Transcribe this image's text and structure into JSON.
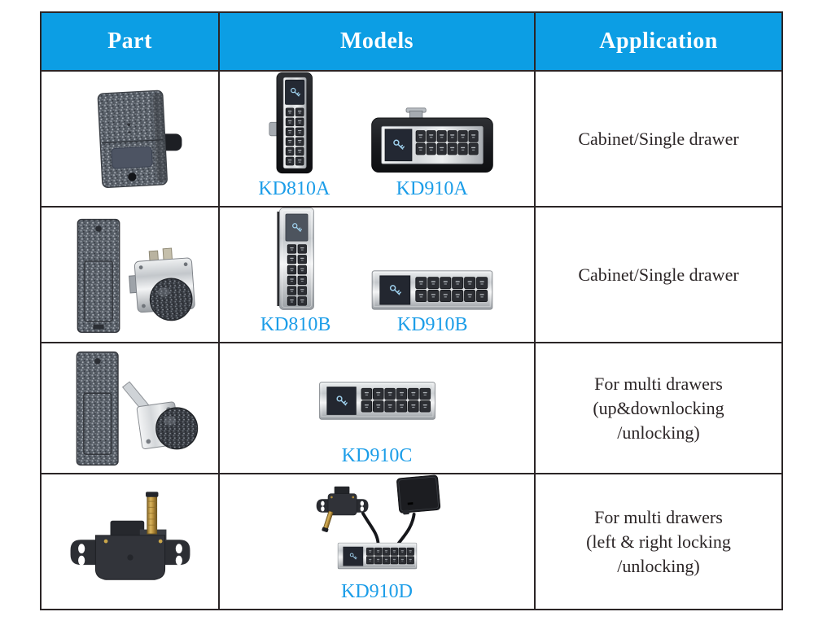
{
  "colors": {
    "page_bg": "#ffffff",
    "header_bg": "#0c9ee4",
    "header_text": "#ffffff",
    "model_label": "#1b9de8",
    "body_text": "#2b2526",
    "grid_line": "#2b2526"
  },
  "table": {
    "headers": [
      {
        "label": "Part"
      },
      {
        "label": "Models"
      },
      {
        "label": "Application"
      }
    ],
    "rows": [
      {
        "part_icon": "speckled-cabinet-lock-body-photo",
        "models": [
          {
            "label": "KD810A",
            "icon": "vertical-keypad-lock-black-photo"
          },
          {
            "label": "KD910A",
            "icon": "horizontal-keypad-lock-black-photo"
          }
        ],
        "app_lines": [
          "Cabinet/Single drawer"
        ]
      },
      {
        "part_icon": "battery-panel-and-cam-lock-photo",
        "models": [
          {
            "label": "KD810B",
            "icon": "vertical-keypad-lock-silver-photo"
          },
          {
            "label": "KD910B",
            "icon": "horizontal-keypad-lock-silver-photo"
          }
        ],
        "app_lines": [
          "Cabinet/Single drawer"
        ]
      },
      {
        "part_icon": "battery-panel-and-plunger-lock-photo",
        "models": [
          {
            "label": "KD910C",
            "icon": "horizontal-keypad-lock-silver-photo"
          }
        ],
        "app_lines": [
          "For multi drawers",
          "(up&downlocking",
          "/unlocking)"
        ]
      },
      {
        "part_icon": "latch-actuator-with-brass-pin-photo",
        "models": [
          {
            "label": "KD910D",
            "icon": "keypad-with-control-box-and-actuator-photo"
          }
        ],
        "app_lines": [
          "For multi drawers",
          "(left & right locking",
          "/unlocking)"
        ]
      }
    ]
  }
}
